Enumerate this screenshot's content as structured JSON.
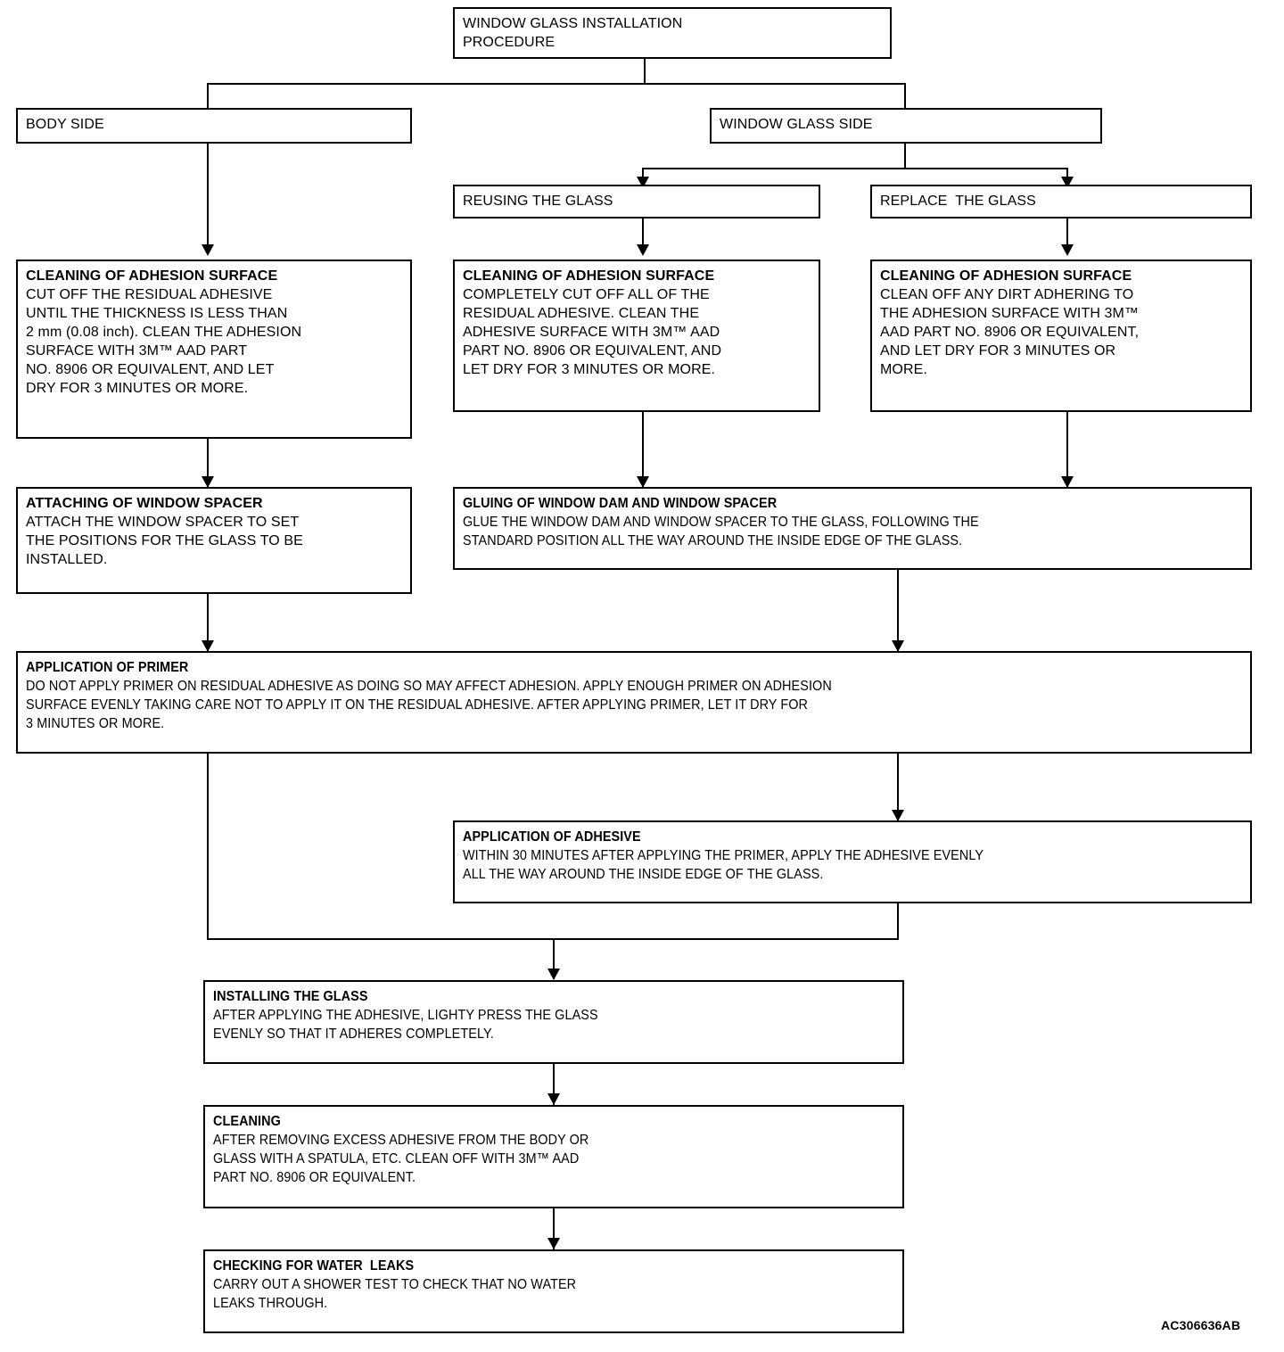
{
  "diagram": {
    "title": "WINDOW GLASS INSTALLATION PROCEDURE",
    "doc_code": "AC306636AB",
    "line_color": "#000000",
    "background_color": "#ffffff",
    "text_color": "#000000"
  },
  "nodes": {
    "root": {
      "title": "WINDOW GLASS INSTALLATION\nPROCEDURE",
      "body": ""
    },
    "body_side": {
      "title": "BODY SIDE",
      "body": ""
    },
    "window_glass_side": {
      "title": "WINDOW GLASS SIDE",
      "body": ""
    },
    "reusing_the_glass": {
      "title": "REUSING THE GLASS",
      "body": ""
    },
    "replace_the_glass": {
      "title": "REPLACE  THE GLASS",
      "body": ""
    },
    "clean_body": {
      "title": "CLEANING OF ADHESION SURFACE",
      "body": "CUT OFF THE RESIDUAL ADHESIVE\nUNTIL THE THICKNESS IS LESS THAN\n2 mm (0.08 inch). CLEAN THE ADHESION\nSURFACE WITH 3M™ AAD PART\nNO. 8906 OR EQUIVALENT, AND LET\nDRY FOR 3 MINUTES OR MORE."
    },
    "clean_reuse": {
      "title": "CLEANING OF ADHESION SURFACE",
      "body": "COMPLETELY CUT OFF ALL OF THE\nRESIDUAL ADHESIVE. CLEAN THE\nADHESIVE SURFACE WITH 3M™ AAD\nPART NO. 8906 OR EQUIVALENT, AND\nLET DRY FOR 3 MINUTES OR MORE."
    },
    "clean_replace": {
      "title": "CLEANING OF ADHESION SURFACE",
      "body": "CLEAN OFF ANY DIRT ADHERING TO\nTHE ADHESION SURFACE WITH 3M™\nAAD PART NO. 8906 OR EQUIVALENT,\nAND LET DRY FOR 3 MINUTES OR\nMORE."
    },
    "attach_spacer": {
      "title": "ATTACHING OF WINDOW SPACER",
      "body": "ATTACH THE WINDOW SPACER TO SET\nTHE POSITIONS FOR THE GLASS TO BE\nINSTALLED."
    },
    "gluing_dam": {
      "title": "GLUING OF WINDOW DAM AND WINDOW SPACER",
      "body": "GLUE THE WINDOW DAM AND WINDOW SPACER TO THE GLASS, FOLLOWING THE\nSTANDARD POSITION ALL THE WAY AROUND THE INSIDE EDGE OF THE GLASS."
    },
    "application_primer": {
      "title": "APPLICATION OF PRIMER",
      "body": "DO NOT APPLY PRIMER ON RESIDUAL ADHESIVE AS DOING SO MAY AFFECT ADHESION. APPLY ENOUGH PRIMER ON ADHESION\nSURFACE EVENLY TAKING CARE NOT TO APPLY IT ON THE RESIDUAL ADHESIVE. AFTER APPLYING PRIMER, LET IT DRY FOR\n3 MINUTES OR MORE."
    },
    "application_adhesive": {
      "title": "APPLICATION OF ADHESIVE",
      "body": "WITHIN 30 MINUTES AFTER APPLYING THE PRIMER, APPLY THE ADHESIVE EVENLY\nALL THE WAY AROUND THE INSIDE EDGE OF THE GLASS."
    },
    "installing_glass": {
      "title": "INSTALLING THE GLASS",
      "body": "AFTER APPLYING THE ADHESIVE, LIGHTY  PRESS THE GLASS\nEVENLY SO THAT IT ADHERES COMPLETELY."
    },
    "cleaning": {
      "title": "CLEANING",
      "body": "AFTER REMOVING EXCESS ADHESIVE FROM THE BODY OR\nGLASS WITH A SPATULA, ETC. CLEAN OFF  WITH 3M™ AAD\nPART NO. 8906 OR EQUIVALENT."
    },
    "checking_leaks": {
      "title": "CHECKING FOR WATER  LEAKS",
      "body": "CARRY OUT A SHOWER TEST TO CHECK THAT NO WATER\nLEAKS THROUGH."
    }
  },
  "flow": {
    "edges": [
      {
        "from": "root",
        "to": "body_side"
      },
      {
        "from": "root",
        "to": "window_glass_side"
      },
      {
        "from": "window_glass_side",
        "to": "reusing_the_glass"
      },
      {
        "from": "window_glass_side",
        "to": "replace_the_glass"
      },
      {
        "from": "body_side",
        "to": "clean_body"
      },
      {
        "from": "reusing_the_glass",
        "to": "clean_reuse"
      },
      {
        "from": "replace_the_glass",
        "to": "clean_replace"
      },
      {
        "from": "clean_body",
        "to": "attach_spacer"
      },
      {
        "from": "clean_reuse",
        "to": "gluing_dam"
      },
      {
        "from": "clean_replace",
        "to": "gluing_dam"
      },
      {
        "from": "attach_spacer",
        "to": "application_primer"
      },
      {
        "from": "gluing_dam",
        "to": "application_primer"
      },
      {
        "from": "application_primer",
        "to": "application_adhesive"
      },
      {
        "from": "application_primer",
        "to": "installing_glass"
      },
      {
        "from": "application_adhesive",
        "to": "installing_glass"
      },
      {
        "from": "installing_glass",
        "to": "cleaning"
      },
      {
        "from": "cleaning",
        "to": "checking_leaks"
      }
    ]
  }
}
